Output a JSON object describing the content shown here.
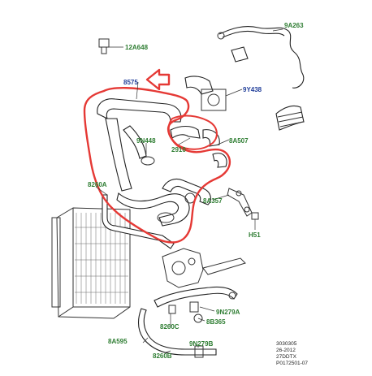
{
  "callouts": {
    "c_9a263": "9A263",
    "c_12a648": "12A648",
    "c_8575": "8575",
    "c_9y438": "9Y438",
    "c_9n448": "9N448",
    "c_2910": "2910",
    "c_8a507": "8A507",
    "c_8260a": "8260A",
    "c_8a357": "8A357",
    "c_h51": "H51",
    "c_9n279a": "9N279A",
    "c_8b365": "8B365",
    "c_8260c": "8260C",
    "c_8a595": "8A595",
    "c_8260b": "8260B",
    "c_9n279b": "9N279B"
  },
  "reference": {
    "line1": "3030305",
    "line2": "26-2012",
    "line3": "27DDTX",
    "line4": "P0172501-07"
  },
  "colors": {
    "part_number": "#2e7d32",
    "highlighted_part_number": "#1f3d99",
    "highlight_outline": "#e53935"
  },
  "icons": [
    "hose-icon",
    "radiator-icon",
    "clamp-icon",
    "arrow-icon"
  ]
}
